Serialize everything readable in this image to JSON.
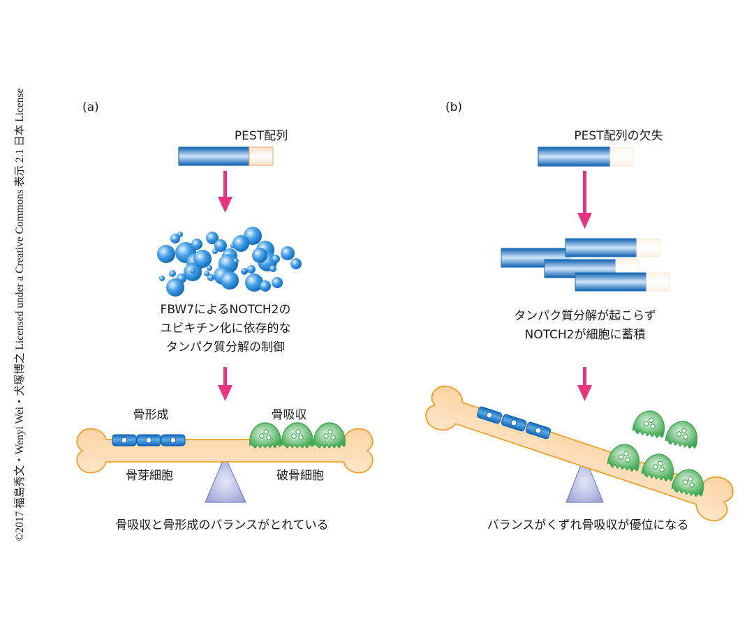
{
  "credit": "©2017 福島秀文・Wenyi Wei・犬塚博之 Licensed under a Creative Commons 表示 2.1 日本 License",
  "colors": {
    "arrow": "#e8337f",
    "protein_blue": "#1f7bc4",
    "pest_orange": "#f5b27a",
    "bone_fill": "#fcd7a8",
    "bone_stroke": "#f0a02a",
    "osteoclast_green": "#3ea84f",
    "fulcrum": "#9da3d6"
  },
  "panels": [
    {
      "id": "a",
      "label": "(a)",
      "sequence_label": "PEST配列",
      "middle_caption": [
        "FBW7によるNOTCH2の",
        "ユビキチン化に依存的な",
        "タンパク質分解の制御"
      ],
      "bone_formation_label": "骨形成",
      "bone_resorption_label": "骨吸収",
      "osteoblast_label": "骨芽細胞",
      "osteoclast_label": "破骨細胞",
      "bottom_caption": "骨吸収と骨形成のバランスがとれている",
      "osteoblast_count": 3,
      "osteoclast_count": 3
    },
    {
      "id": "b",
      "label": "(b)",
      "sequence_label": "PEST配列の欠失",
      "middle_caption": [
        "タンパク質分解が起こらず",
        "NOTCH2が細胞に蓄積"
      ],
      "bottom_caption": "バランスがくずれ骨吸収が優位になる",
      "osteoblast_count": 3,
      "osteoclast_count": 5
    }
  ]
}
